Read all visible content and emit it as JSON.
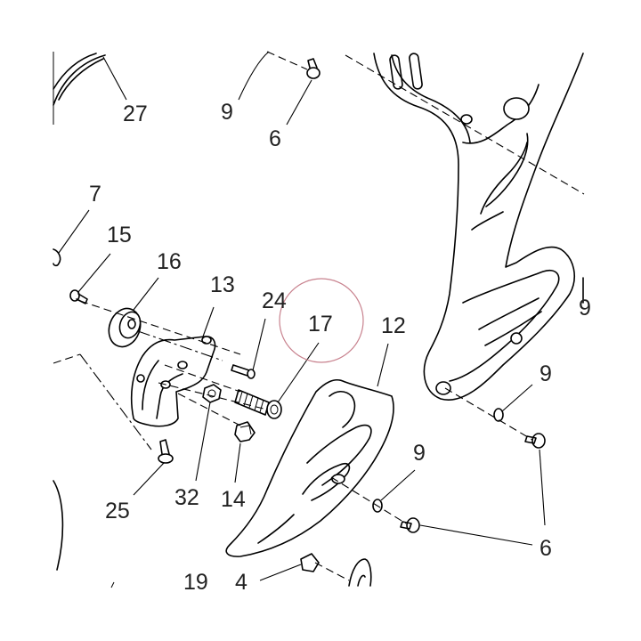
{
  "callouts": [
    {
      "id": "c27",
      "text": "27"
    },
    {
      "id": "c9a",
      "text": "9"
    },
    {
      "id": "c6a",
      "text": "6"
    },
    {
      "id": "c7",
      "text": "7"
    },
    {
      "id": "c15",
      "text": "15"
    },
    {
      "id": "c16",
      "text": "16"
    },
    {
      "id": "c13",
      "text": "13"
    },
    {
      "id": "c24",
      "text": "24"
    },
    {
      "id": "c17",
      "text": "17"
    },
    {
      "id": "c12",
      "text": "12"
    },
    {
      "id": "c9b",
      "text": "9"
    },
    {
      "id": "c9c",
      "text": "9"
    },
    {
      "id": "c6b",
      "text": "6"
    },
    {
      "id": "c25",
      "text": "25"
    },
    {
      "id": "c32",
      "text": "32"
    },
    {
      "id": "c14",
      "text": "14"
    },
    {
      "id": "c19",
      "text": "19"
    },
    {
      "id": "c4",
      "text": "4"
    },
    {
      "id": "c9d",
      "text": "9"
    }
  ],
  "highlight": {
    "callout": "17",
    "color": "#c8828e"
  }
}
